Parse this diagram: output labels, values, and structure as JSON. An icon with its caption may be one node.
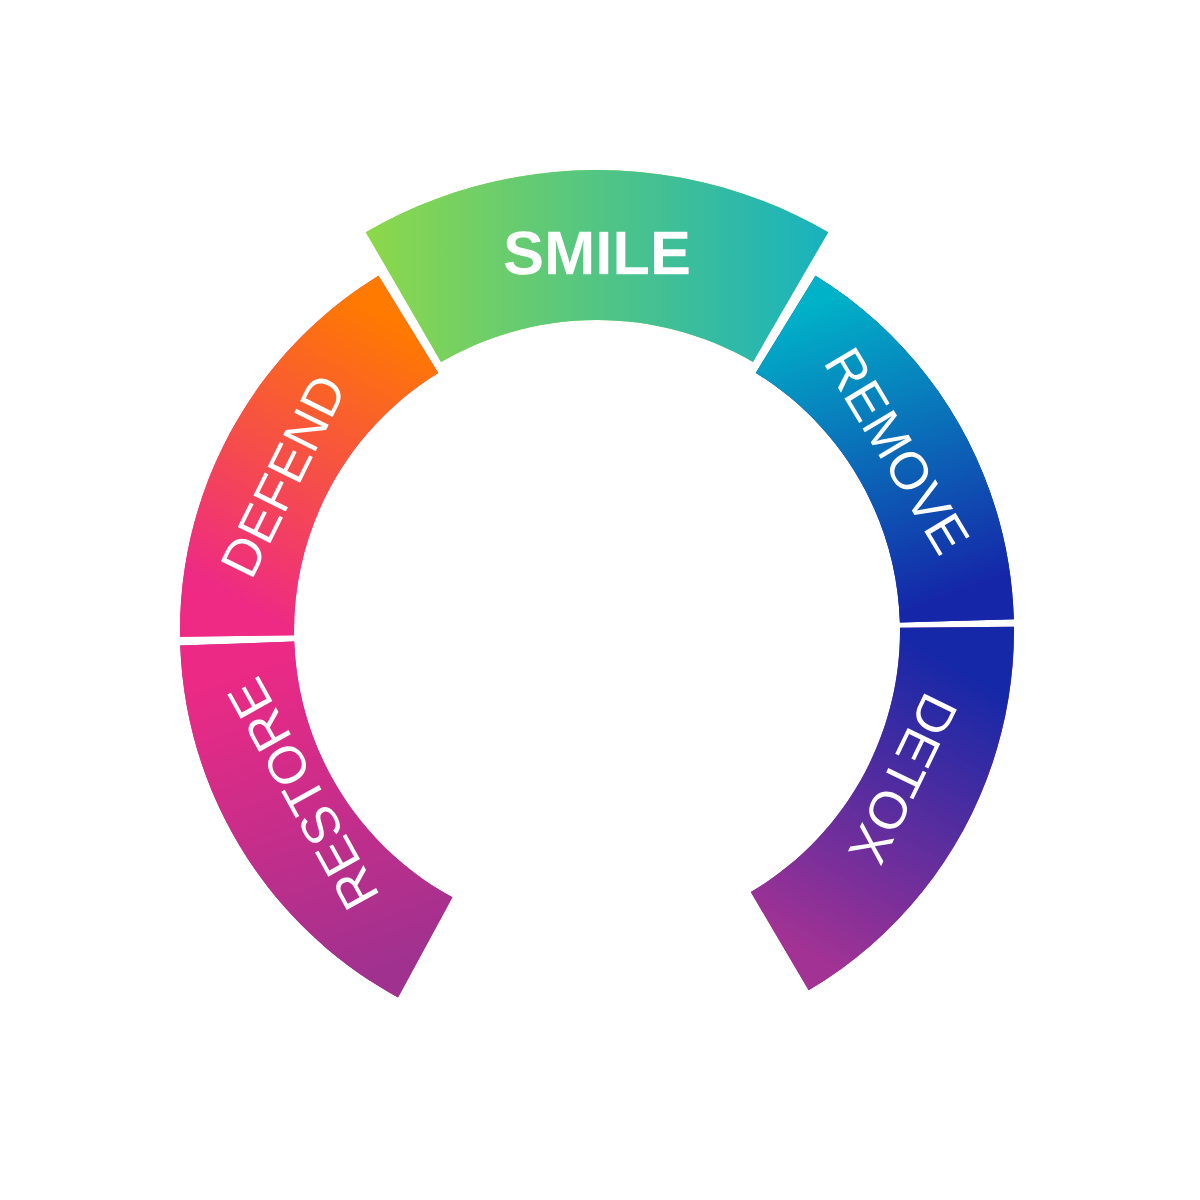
{
  "diagram": {
    "nodes": [
      {
        "text": [
          "RESTORE"
        ]
      },
      {
        "text": [
          "DEFEND"
        ]
      },
      {
        "text": [
          "SMILE"
        ]
      },
      {
        "text": [
          "REMOVE"
        ]
      },
      {
        "text": [
          "DETOX"
        ]
      }
    ]
  }
}
